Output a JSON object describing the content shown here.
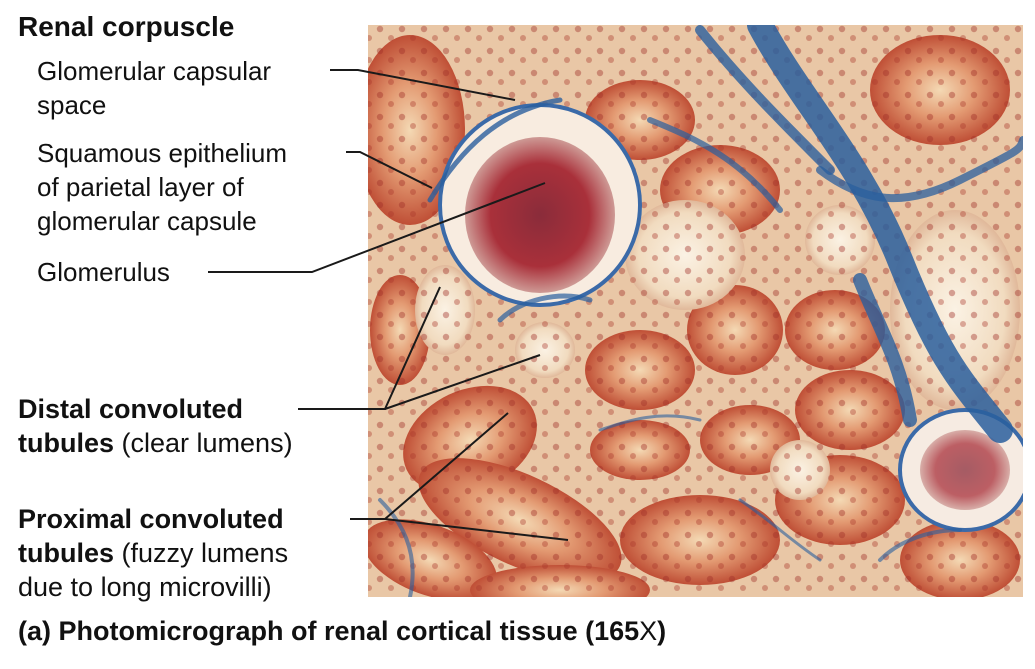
{
  "figure": {
    "labels": {
      "renal_corpuscle": "Renal corpuscle",
      "capsular_space": [
        "Glomerular capsular",
        "space"
      ],
      "squamous_epithelium": [
        "Squamous epithelium",
        "of parietal layer of",
        "glomerular capsule"
      ],
      "glomerulus": "Glomerulus",
      "distal_bold": "Distal convoluted",
      "distal_bold_2": "tubules",
      "distal_normal": " (clear lumens)",
      "proximal_bold": "Proximal convoluted",
      "proximal_bold_2": "tubules",
      "proximal_normal": " (fuzzy lumens",
      "proximal_normal_2": "due to long microvilli)"
    },
    "caption": {
      "prefix": "(a) Photomicrograph of renal cortical tissue (165",
      "x": "X",
      "suffix": ")"
    },
    "colors": {
      "tissue_red": "#c0432a",
      "tissue_light": "#f2dcc0",
      "connective_blue": "#2a5f9e",
      "lumen_pale": "#f7ecdc",
      "leader_line": "#1a1a1a"
    }
  }
}
